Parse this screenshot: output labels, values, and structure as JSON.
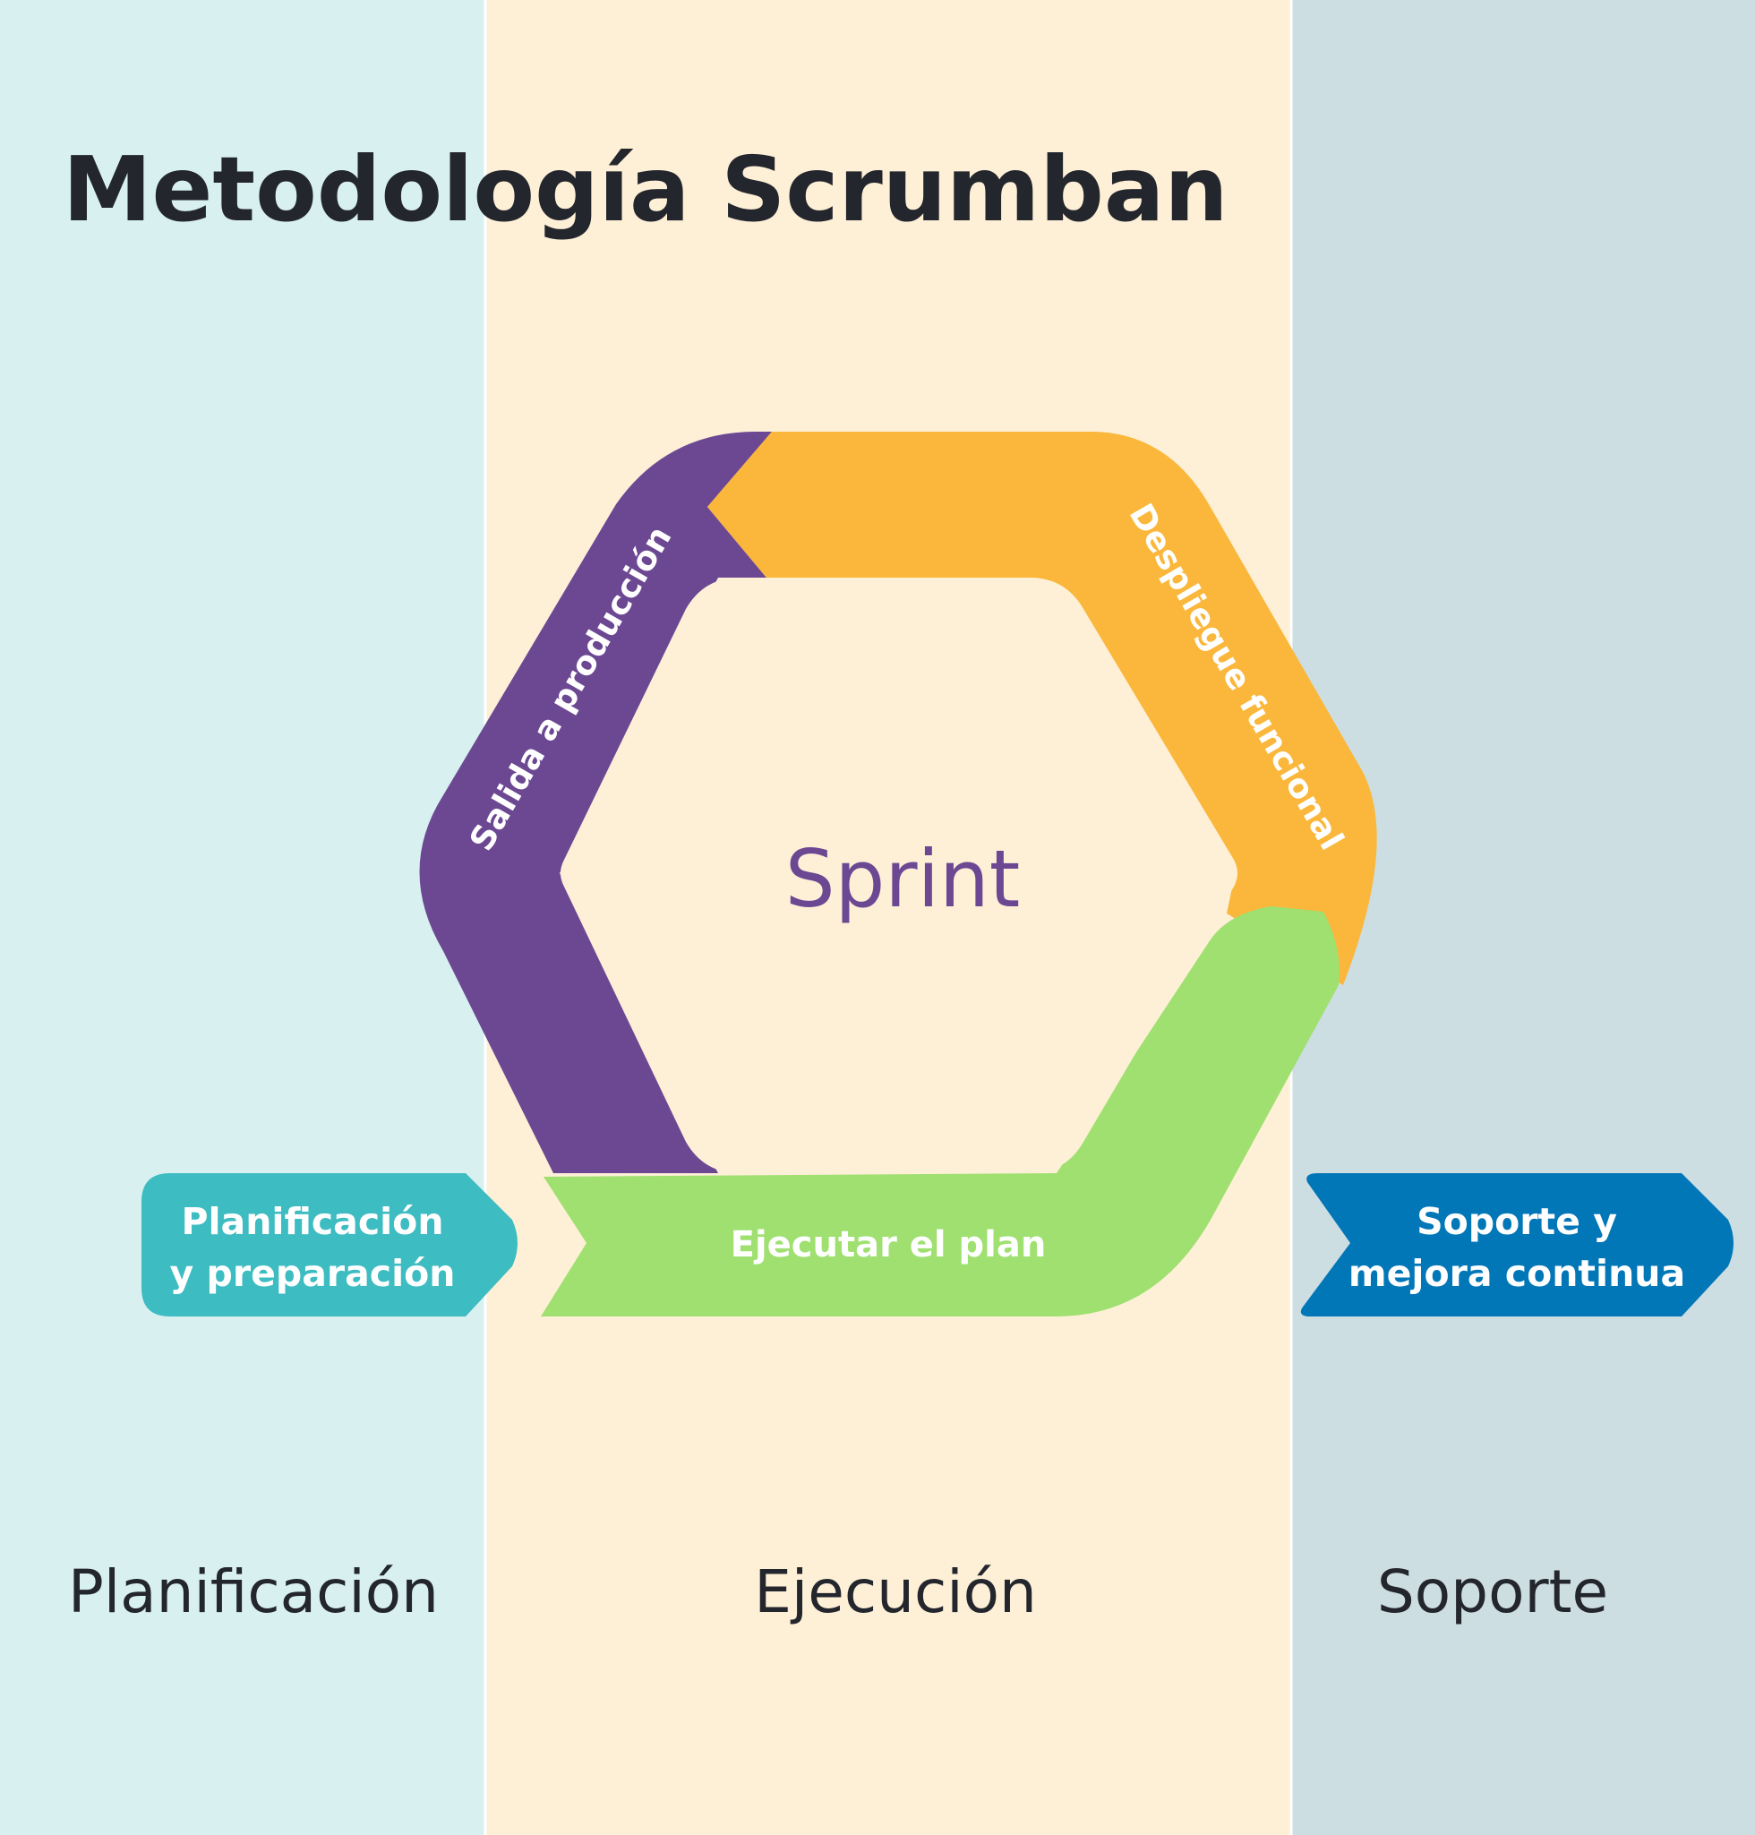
{
  "title": "Metodología Scrumban",
  "columns": [
    {
      "label": "Planificación",
      "color": "#D8F1F0"
    },
    {
      "label": "Ejecución",
      "color": "#FEF0D7"
    },
    {
      "label": "Soporte",
      "color": "#CCDEE2"
    }
  ],
  "cycle": {
    "center_label": "Sprint",
    "center_color": "#6C4893",
    "segments": [
      {
        "label": "Salida a producción",
        "color": "#6C4893"
      },
      {
        "label": "Despliegue funcional",
        "color": "#FAB73B"
      },
      {
        "label": "Ejecutar el plan",
        "color": "#9FE070"
      }
    ]
  },
  "arrows": [
    {
      "line1": "Planificación",
      "line2": "y preparación",
      "color": "#3DBCC1"
    },
    {
      "line1": "Soporte y",
      "line2": "mejora continua",
      "color": "#0277B7"
    }
  ],
  "colors": {
    "text_dark": "#24262E",
    "arrow_text": "#FFFFFF"
  }
}
